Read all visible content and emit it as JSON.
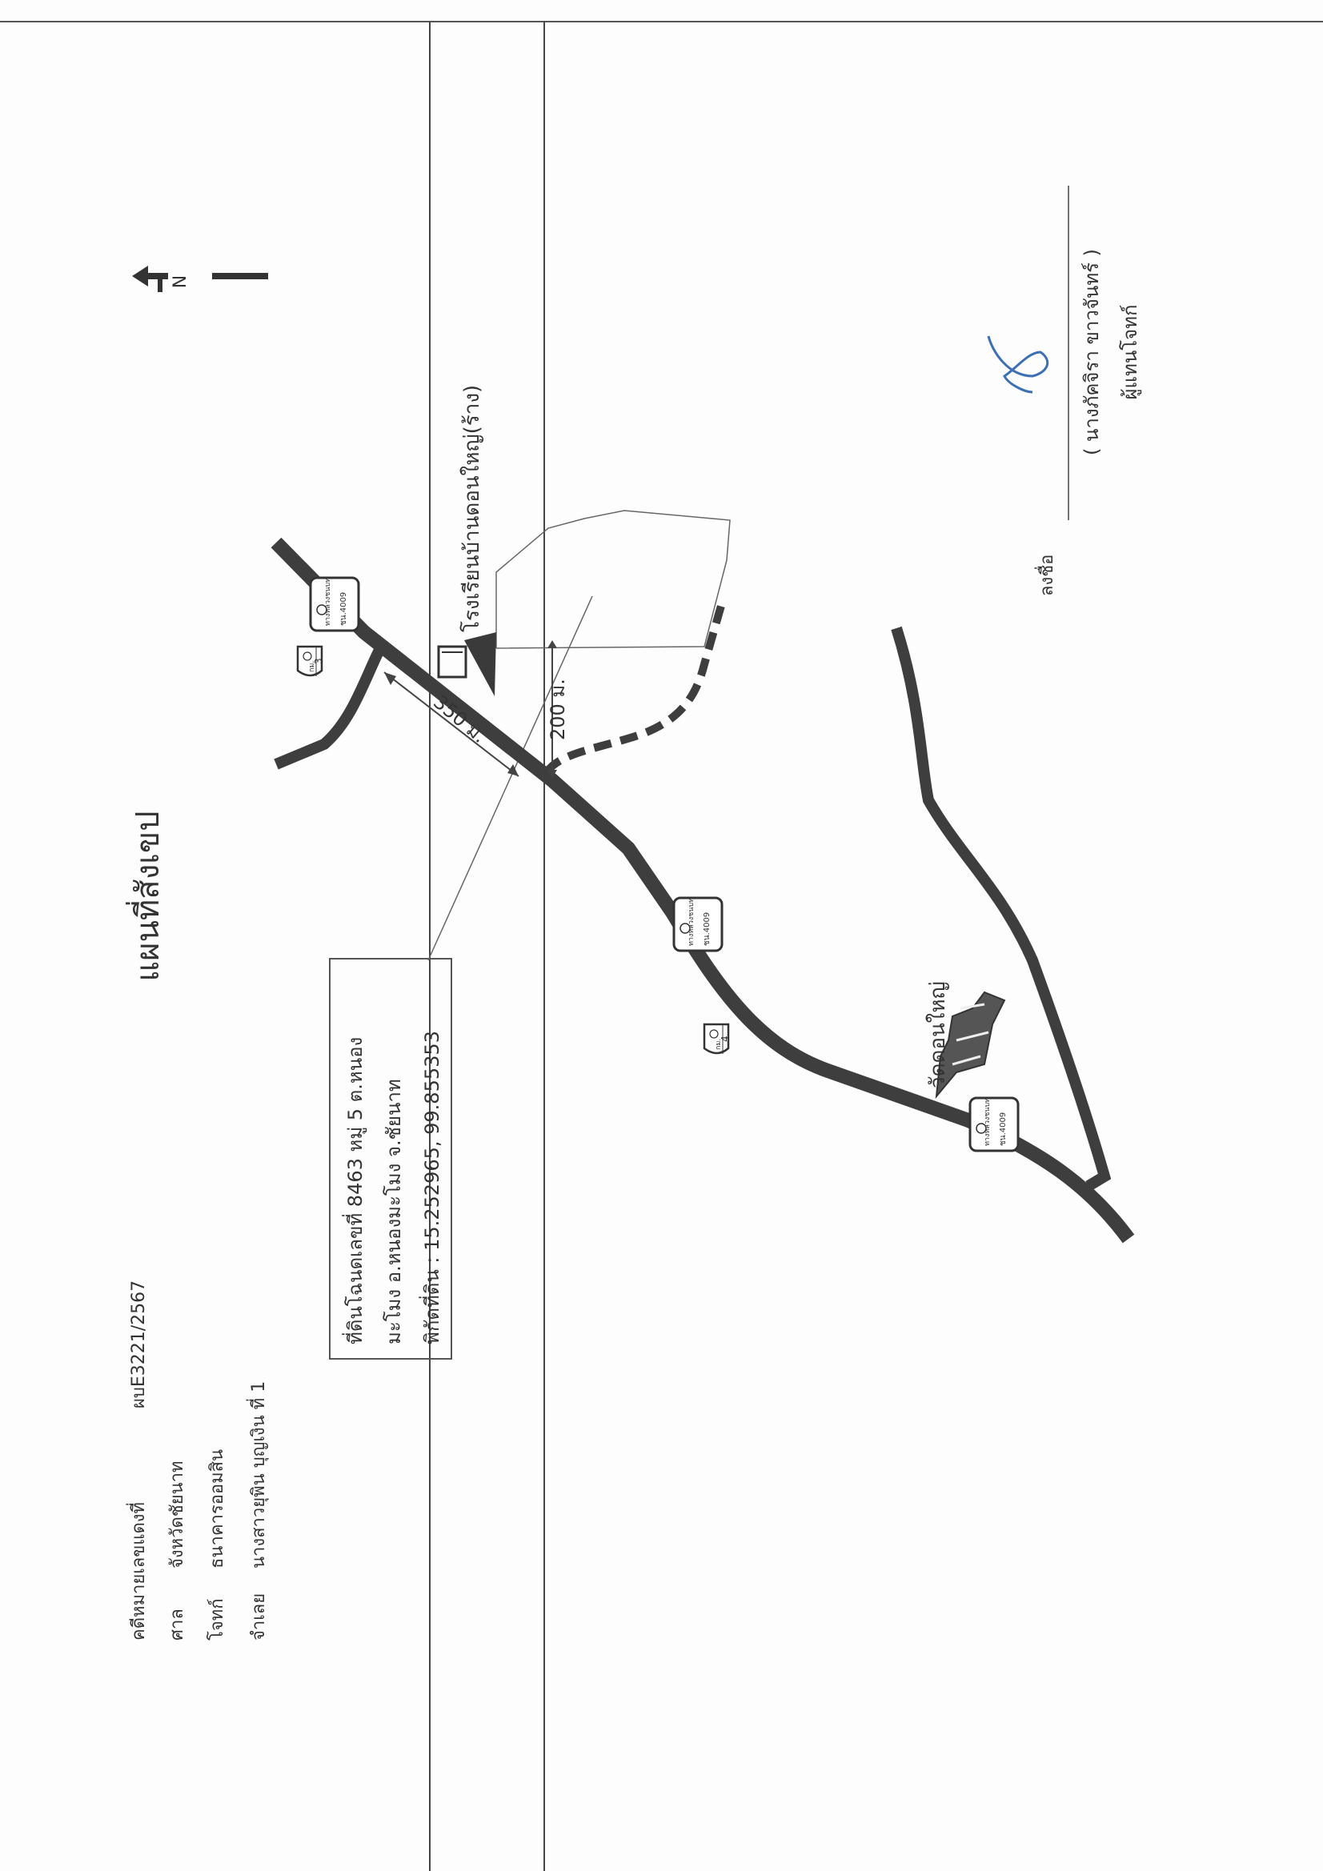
{
  "document": {
    "title": "แผนที่สังเขป",
    "north_label": "N",
    "case": {
      "case_number_label": "คดีหมายเลขแดงที่",
      "case_number_value": "ผบE3221/2567",
      "court_label": "ศาล",
      "court_value": "จังหวัดชัยนาท",
      "plaintiff_label": "โจทก์",
      "plaintiff_value": "ธนาคารออมสิน",
      "defendant_label": "จำเลย",
      "defendant_value": "นางสาวยุพิน บุญเงิน ที่ 1"
    },
    "land_box": {
      "line1": "ที่ดินโฉนดเลขที่ 8463 หมู่ 5 ต.หนอง",
      "line2": "มะโมง อ.หนองมะโมง จ.ชัยนาท",
      "line3": "พิกัดที่ดิน : 15.252965, 99.855353"
    },
    "map_labels": {
      "school": "โรงเรียนบ้านดอนใหญ่(ร้าง)",
      "temple": "วัดดอนใหญ่",
      "dist_350": "350 ม.",
      "dist_200": "200 ม."
    },
    "road_signs": [
      {
        "top": "ทางหลวงชนบท",
        "code": "ชน.4009"
      },
      {
        "top": "ทางหลวงชนบท",
        "code": "ชน.4009"
      },
      {
        "top": "ทางหลวงชนบท",
        "code": "ชน.4009"
      }
    ],
    "km_posts": [
      {
        "label": "กม.",
        "num": "3"
      },
      {
        "label": "กม.",
        "num": "4"
      }
    ],
    "signature": {
      "sign_label": "ลงชื่อ",
      "name": "( นางภัคจิรา ขาวจันทร์ )",
      "role": "ผู้แทนโจทก์"
    }
  }
}
